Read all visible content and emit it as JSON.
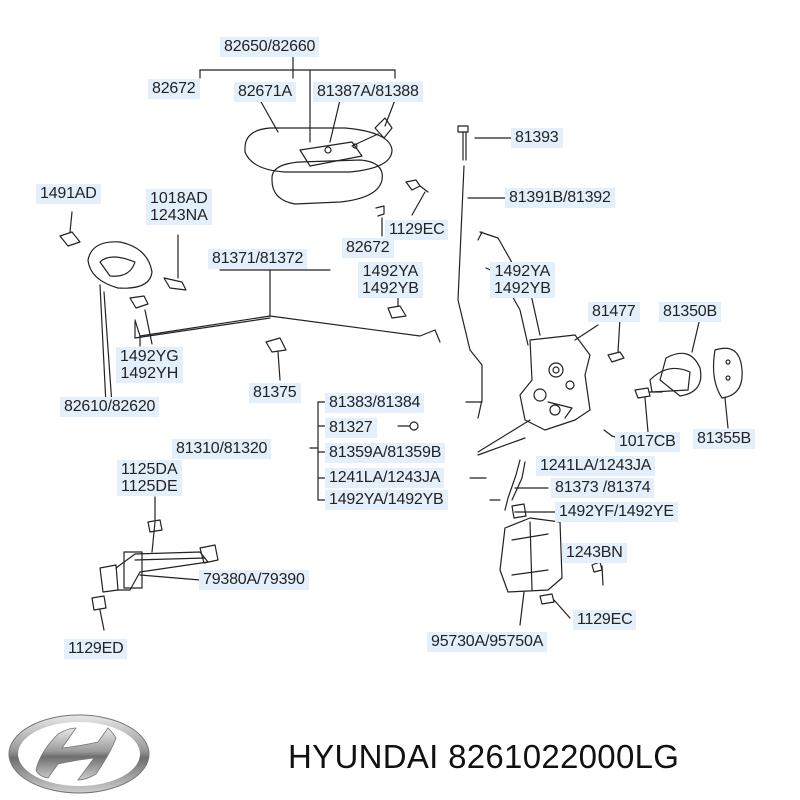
{
  "labels": {
    "p82650": "82650/82660",
    "p82672a": "82672",
    "p82671a": "82671A",
    "p81387a": "81387A/81388",
    "p81393": "81393",
    "p1491ad": "1491AD",
    "p1018ad": "1018AD",
    "p1243na": "1243NA",
    "p1129ec_top": "1129EC",
    "p81391b": "81391B/81392",
    "p82672b": "82672",
    "p81371": "81371/81372",
    "p1492ya_mid": "1492YA",
    "p1492yb_mid": "1492YB",
    "p1492ya_right": "1492YA",
    "p1492yb_right": "1492YB",
    "p81477": "81477",
    "p81350b": "81350B",
    "p1492yg": "1492YG",
    "p1492yh": "1492YH",
    "p81375": "81375",
    "p82610": "82610/82620",
    "p81383": "81383/81384",
    "p81327": "81327",
    "p81310": "81310/81320",
    "p81359a": "81359A/81359B",
    "p1017cb": "1017CB",
    "p81355b": "81355B",
    "p1241la_right": "1241LA/1243JA",
    "p1241la_left": "1241LA/1243JA",
    "p81373": "81373 /81374",
    "p1125da": "1125DA",
    "p1125de": "1125DE",
    "p1492ya_left": "1492YA/1492YB",
    "p1492yf": "1492YF/1492YE",
    "p1243bn": "1243BN",
    "p79380a": "79380A/79390",
    "p1129ec_bottom": "1129EC",
    "p1129ed": "1129ED",
    "p95730a": "95730A/95750A"
  },
  "brand": {
    "caption": "HYUNDAI 8261022000LG",
    "logo": "hyundai-logo"
  },
  "colors": {
    "label_bg": "#e3f0fb",
    "line": "#222222"
  }
}
